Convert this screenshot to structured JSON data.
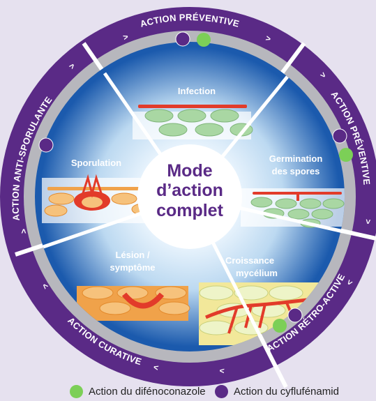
{
  "colors": {
    "ring": "#5a2a86",
    "gray": "#b7b7bd",
    "sky_top": "#1d5fb2",
    "sky_bottom": "#d9ecfa",
    "green_dot": "#7ccf57",
    "purple_dot": "#5a2a86",
    "cell": "#a9d7a3",
    "cell_stroke": "#7fb57a",
    "orange_cell": "#f0a24a",
    "red": "#e23b2a",
    "mycelium_cell": "#f2e89a",
    "center_text": "#5a2a86",
    "background": "#e6e1ef"
  },
  "ring_labels": {
    "top": "ACTION PRÉVENTIVE",
    "right": "ACTION PRÉVENTIVE",
    "bottom_right": "ACTION RÉTRO-ACTIVE",
    "bottom_left": "ACTION CURATIVE",
    "left": "ACTION ANTI-SPORULANTE"
  },
  "chevron": ">",
  "segments": {
    "infection": "Infection",
    "germination_l1": "Germination",
    "germination_l2": "des spores",
    "croissance_l1": "Croissance",
    "croissance_l2": "mycélium",
    "lesion_l1": "Lésion /",
    "lesion_l2": "symptôme",
    "sporulation": "Sporulation"
  },
  "center": {
    "line1": "Mode",
    "line2": "d’action",
    "line3": "complet"
  },
  "legend": {
    "green": "Action du difénoconazole",
    "purple": "Action du cyflufénamid"
  }
}
